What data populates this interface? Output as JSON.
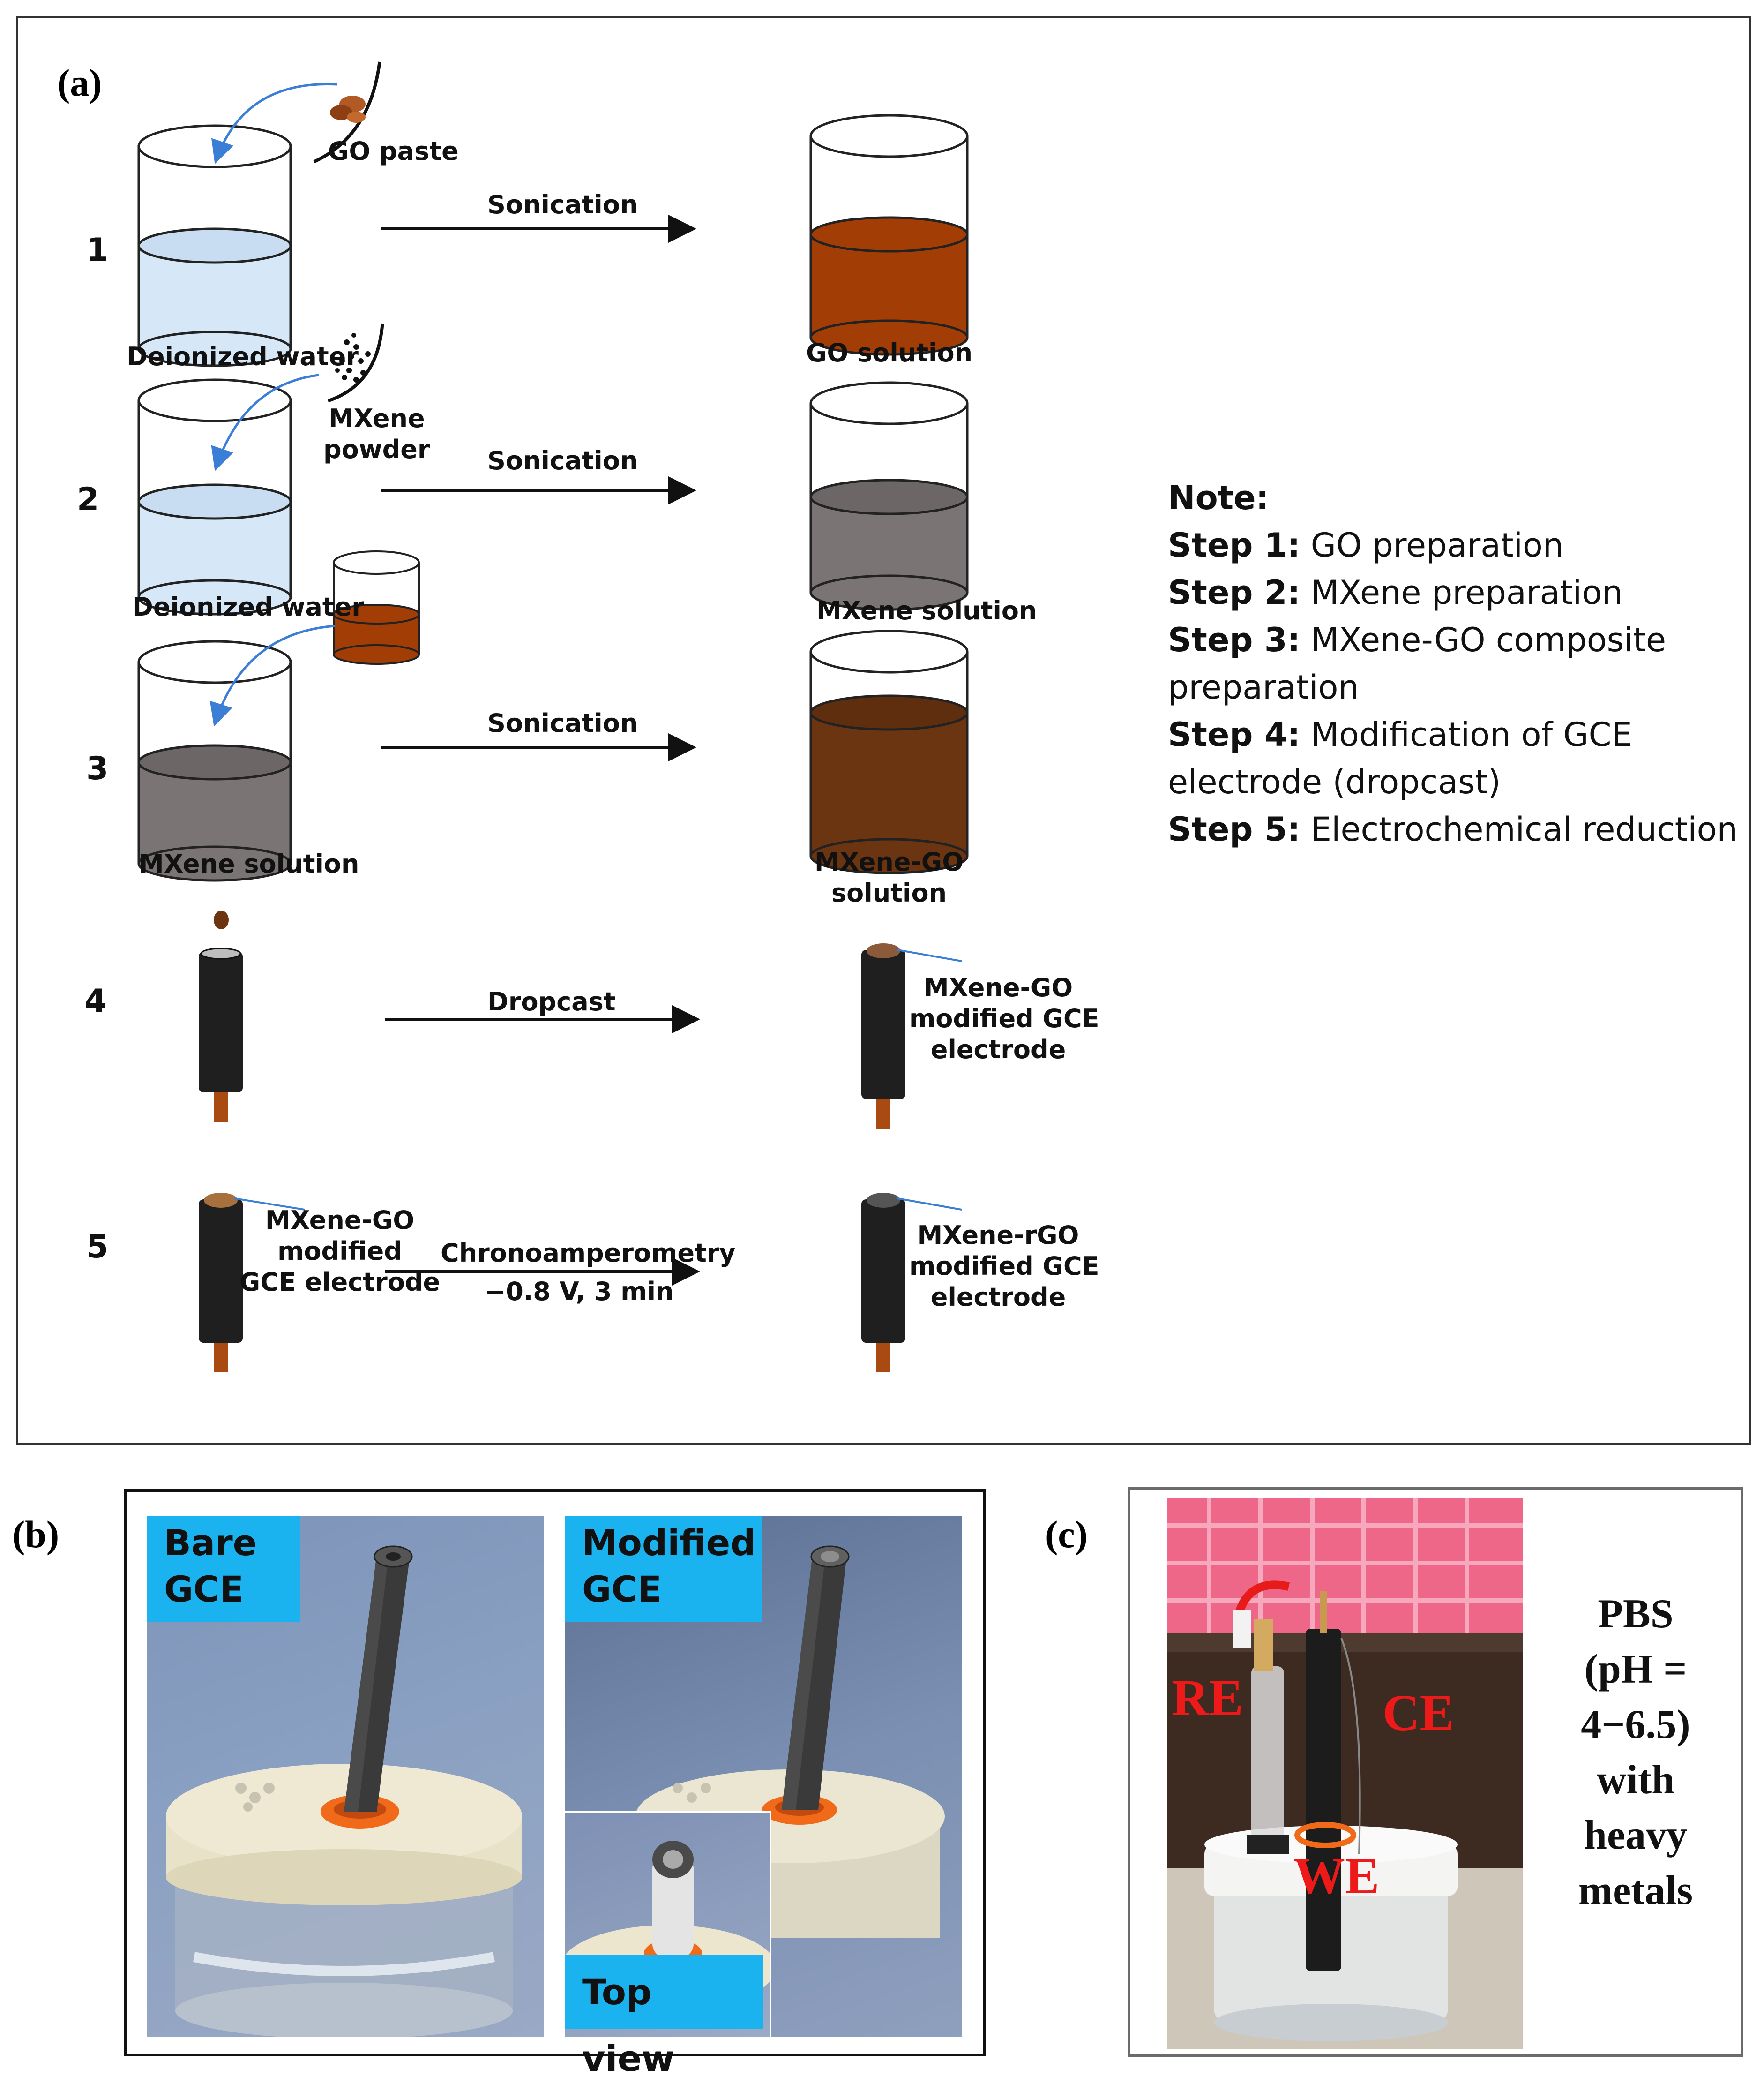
{
  "panel_a": {
    "label": "(a)",
    "steps": [
      {
        "num": "1",
        "start_label": "Deionized water",
        "additive": "GO paste",
        "arrow": "Sonication",
        "end_label": "GO solution"
      },
      {
        "num": "2",
        "start_label": "Deionized water",
        "additive": "MXene powder",
        "arrow": "Sonication",
        "end_label": "MXene solution"
      },
      {
        "num": "3",
        "start_label": "MXene solution",
        "arrow": "Sonication",
        "end_label": "MXene-GO solution"
      },
      {
        "num": "4",
        "arrow": "Dropcast",
        "end_label": "MXene-GO modified GCE electrode"
      },
      {
        "num": "5",
        "start_label": "MXene-GO modified GCE electrode",
        "arrow": "Chronoamperometry",
        "arrow_sub": "−0.8 V, 3 min",
        "end_label": "MXene-rGO modified GCE electrode"
      }
    ],
    "additive_labels": {
      "go_paste": "GO paste",
      "mxene_1": "MXene",
      "mxene_2": "powder"
    },
    "labels_multi": {
      "s3_end_1": "MXene-GO",
      "s3_end_2": "solution",
      "s4_end_1": "MXene-GO",
      "s4_end_2": "modified GCE",
      "s4_end_3": "electrode",
      "s5_start_1": "MXene-GO",
      "s5_start_2": "modified",
      "s5_start_3": "GCE electrode",
      "s5_end_1": "MXene-rGO",
      "s5_end_2": "modified GCE",
      "s5_end_3": "electrode"
    },
    "note": {
      "title": "Note:",
      "lines": [
        {
          "bold": "Step 1:",
          "text": " GO preparation"
        },
        {
          "bold": "Step 2:",
          "text": " MXene preparation"
        },
        {
          "bold": "Step 3:",
          "text": " MXene-GO composite"
        },
        {
          "bold": "",
          "text": "preparation"
        },
        {
          "bold": "Step 4:",
          "text": " Modification of GCE"
        },
        {
          "bold": "",
          "text": "electrode (dropcast)"
        },
        {
          "bold": "Step 5:",
          "text": " Electrochemical reduction"
        }
      ]
    },
    "colors": {
      "water": "#d6e8f8",
      "go": "#a23d05",
      "mxene": "#7a7475",
      "mxene_go": "#6b3512",
      "rod": "#1f1f1f",
      "wire": "#a94a12",
      "arrow_blue": "#3a7fd5"
    }
  },
  "panel_b": {
    "label": "(b)",
    "tags": {
      "bare_1": "Bare",
      "bare_2": "GCE",
      "mod_1": "Modified",
      "mod_2": "GCE",
      "top": "Top view"
    }
  },
  "panel_c": {
    "label": "(c)",
    "electrodes": {
      "re": "RE",
      "ce": "CE",
      "we": "WE"
    },
    "side_text": [
      "PBS",
      "(pH =",
      "4−6.5)",
      "with",
      "heavy",
      "metals"
    ]
  }
}
